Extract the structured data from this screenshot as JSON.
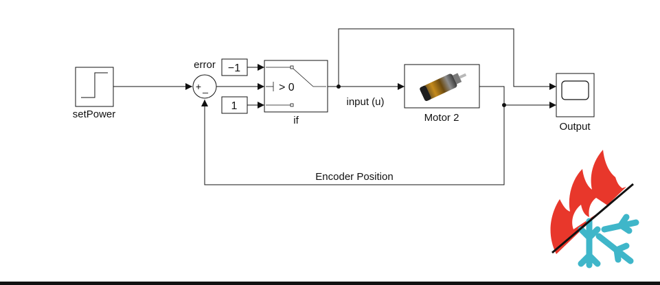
{
  "diagram": {
    "blocks": {
      "step": {
        "label": "setPower"
      },
      "sum": {
        "plus": "+",
        "minus": "_"
      },
      "const_neg": {
        "value": "−1"
      },
      "const_pos": {
        "value": "1"
      },
      "switch": {
        "label": "if",
        "condition": "> 0"
      },
      "motor": {
        "label": "Motor 2"
      },
      "scope": {
        "label": "Output"
      }
    },
    "signals": {
      "error": "error",
      "input": "input (u)",
      "feedback": "Encoder Position"
    }
  },
  "logo": {
    "icon": "fire-and-ice-icon",
    "fire_color": "#E8372B",
    "ice_color": "#3FB6C9"
  }
}
